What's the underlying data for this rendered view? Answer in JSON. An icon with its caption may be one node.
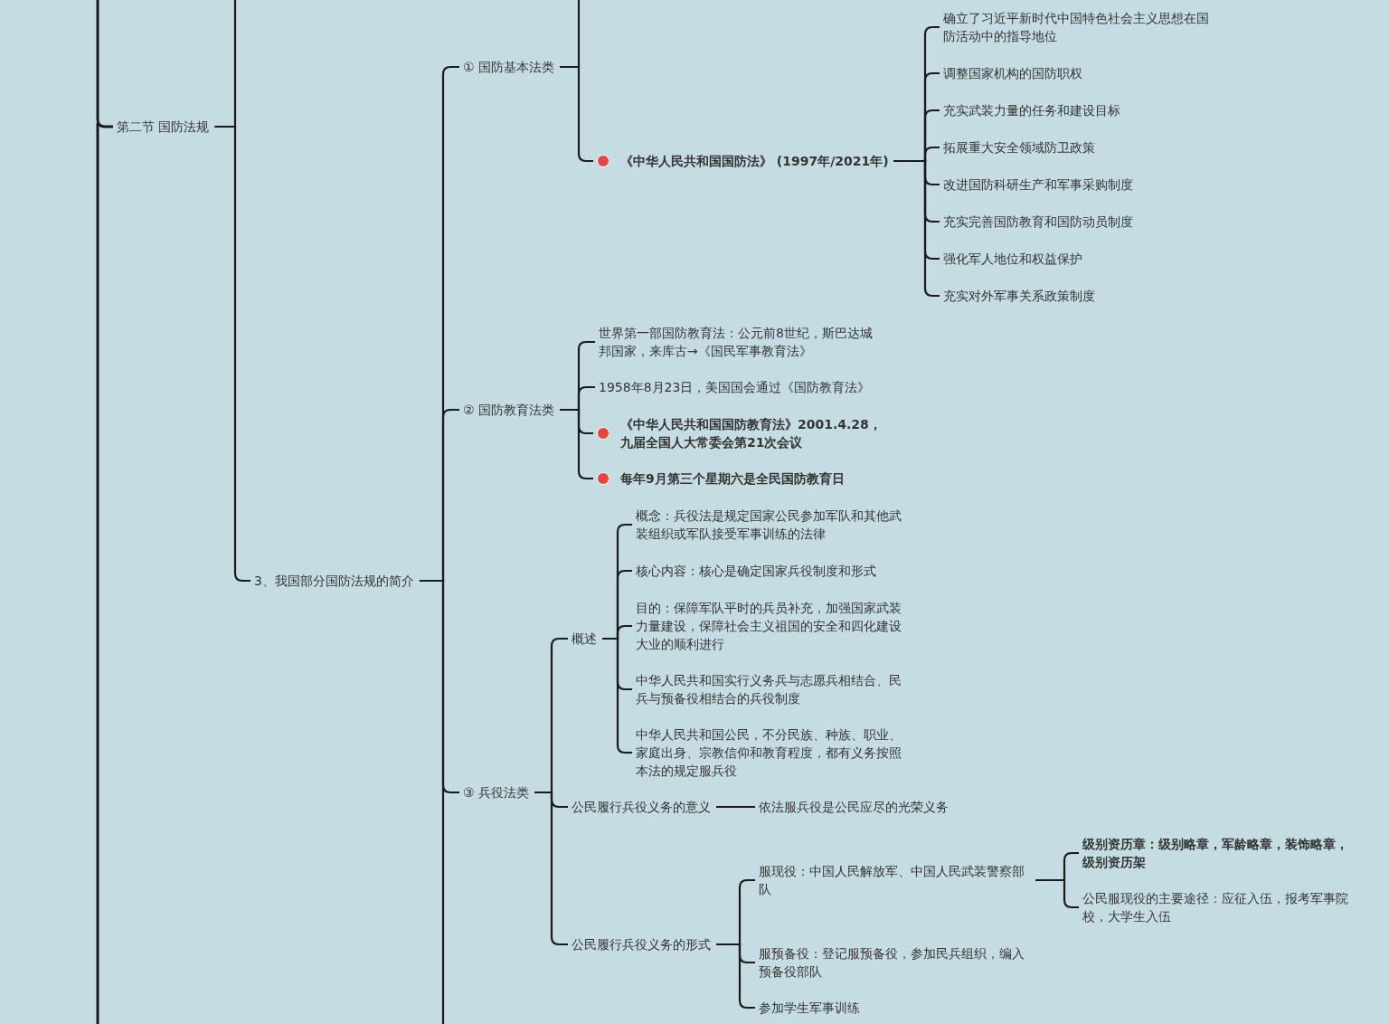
{
  "diagram": {
    "nodes": [
      {
        "text": [
          "第二节 国防法规"
        ]
      },
      {
        "text": [
          "3、我国部分国防法规的简介"
        ]
      },
      {
        "text": [
          "① 国防基本法类"
        ]
      },
      {
        "text": [
          "《中华人民共和国国防法》 (1997年/2021年)"
        ]
      },
      {
        "text": [
          "确立了习近平新时代中国特色社会主义思想在国防活动中的指导地位"
        ]
      },
      {
        "text": [
          "调整国家机构的国防职权"
        ]
      },
      {
        "text": [
          "充实武装力量的任务和建设目标"
        ]
      },
      {
        "text": [
          "拓展重大安全领域防卫政策"
        ]
      },
      {
        "text": [
          "改进国防科研生产和军事采购制度"
        ]
      },
      {
        "text": [
          "充实完善国防教育和国防动员制度"
        ]
      },
      {
        "text": [
          "强化军人地位和权益保护"
        ]
      },
      {
        "text": [
          "充实对外军事关系政策制度"
        ]
      },
      {
        "text": [
          "② 国防教育法类"
        ]
      },
      {
        "text": [
          "世界第一部国防教育法：公元前8世纪，斯巴达城邦国家，来库古→《国民军事教育法》"
        ]
      },
      {
        "text": [
          "1958年8月23日，美国国会通过《国防教育法》"
        ]
      },
      {
        "text": [
          "《中华人民共和国国防教育法》2001.4.28，九届全国人大常委会第21次会议"
        ]
      },
      {
        "text": [
          "每年9月第三个星期六是全民国防教育日"
        ]
      },
      {
        "text": [
          "③ 兵役法类"
        ]
      },
      {
        "text": [
          "概述"
        ]
      },
      {
        "text": [
          "概念：兵役法是规定国家公民参加军队和其他武装组织或军队接受军事训练的法律"
        ]
      },
      {
        "text": [
          "核心内容：核心是确定国家兵役制度和形式"
        ]
      },
      {
        "text": [
          "目的：保障军队平时的兵员补充，加强国家武装力量建设，保障社会主义祖国的安全和四化建设大业的顺利进行"
        ]
      },
      {
        "text": [
          "中华人民共和国实行义务兵与志愿兵相结合、民兵与预备役相结合的兵役制度"
        ]
      },
      {
        "text": [
          "中华人民共和国公民，不分民族、种族、职业、家庭出身、宗教信仰和教育程度，都有义务按照本法的规定服兵役"
        ]
      },
      {
        "text": [
          "公民履行兵役义务的意义"
        ]
      },
      {
        "text": [
          "依法服兵役是公民应尽的光荣义务"
        ]
      },
      {
        "text": [
          "公民履行兵役义务的形式"
        ]
      },
      {
        "text": [
          "服现役：中国人民解放军、中国人民武装警察部队"
        ]
      },
      {
        "text": [
          "级别资历章：级别略章，军龄略章，装饰略章，级别资历架"
        ]
      },
      {
        "text": [
          "公民服现役的主要途径：应征入伍，报考军事院校，大学生入伍"
        ]
      },
      {
        "text": [
          "服预备役：登记服预备役，参加民兵组织，编入预备役部队"
        ]
      },
      {
        "text": [
          "参加学生军事训练"
        ]
      }
    ],
    "edges": [
      {
        "from": null,
        "to": 0,
        "arrow": "none"
      },
      {
        "from": 0,
        "to": null,
        "arrow": "none"
      },
      {
        "from": 0,
        "to": 1,
        "arrow": "none"
      },
      {
        "from": 1,
        "to": 2,
        "arrow": "none"
      },
      {
        "from": 1,
        "to": 12,
        "arrow": "none"
      },
      {
        "from": 1,
        "to": 17,
        "arrow": "none"
      },
      {
        "from": 1,
        "to": null,
        "arrow": "none"
      },
      {
        "from": 2,
        "to": null,
        "arrow": "none"
      },
      {
        "from": 2,
        "to": 3,
        "arrow": "none"
      },
      {
        "from": 3,
        "to": 4,
        "arrow": "none"
      },
      {
        "from": 3,
        "to": 5,
        "arrow": "none"
      },
      {
        "from": 3,
        "to": 6,
        "arrow": "none"
      },
      {
        "from": 3,
        "to": 7,
        "arrow": "none"
      },
      {
        "from": 3,
        "to": 8,
        "arrow": "none"
      },
      {
        "from": 3,
        "to": 9,
        "arrow": "none"
      },
      {
        "from": 3,
        "to": 10,
        "arrow": "none"
      },
      {
        "from": 3,
        "to": 11,
        "arrow": "none"
      },
      {
        "from": 12,
        "to": 13,
        "arrow": "none"
      },
      {
        "from": 12,
        "to": 14,
        "arrow": "none"
      },
      {
        "from": 12,
        "to": 15,
        "arrow": "none"
      },
      {
        "from": 12,
        "to": 16,
        "arrow": "none"
      },
      {
        "from": 17,
        "to": 18,
        "arrow": "none"
      },
      {
        "from": 17,
        "to": 24,
        "arrow": "none"
      },
      {
        "from": 17,
        "to": 26,
        "arrow": "none"
      },
      {
        "from": 18,
        "to": 19,
        "arrow": "none"
      },
      {
        "from": 18,
        "to": 20,
        "arrow": "none"
      },
      {
        "from": 18,
        "to": 21,
        "arrow": "none"
      },
      {
        "from": 18,
        "to": 22,
        "arrow": "none"
      },
      {
        "from": 18,
        "to": 23,
        "arrow": "none"
      },
      {
        "from": 24,
        "to": 25,
        "arrow": "none"
      },
      {
        "from": 26,
        "to": 27,
        "arrow": "none"
      },
      {
        "from": 26,
        "to": 30,
        "arrow": "none"
      },
      {
        "from": 26,
        "to": 31,
        "arrow": "none"
      },
      {
        "from": 27,
        "to": 28,
        "arrow": "none"
      },
      {
        "from": 27,
        "to": 29,
        "arrow": "none"
      }
    ]
  }
}
